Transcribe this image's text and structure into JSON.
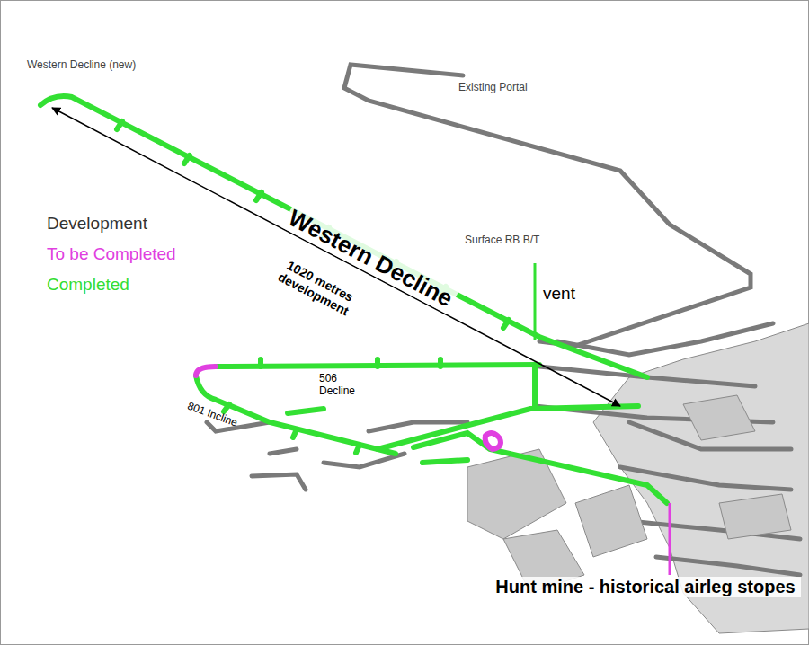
{
  "diagram": {
    "labels": [
      "Western Decline (new)",
      "Existing Portal",
      "Development",
      "Western Decline",
      "1020 metres development",
      "Surface RB B/T",
      "vent",
      "506 Decline",
      "801 Incline",
      "Hunt mine - historical airleg stopes"
    ],
    "legend": [
      {
        "text": "To be Completed",
        "color": "#e040e0"
      },
      {
        "text": "Completed",
        "color": "#33dd33"
      }
    ]
  }
}
